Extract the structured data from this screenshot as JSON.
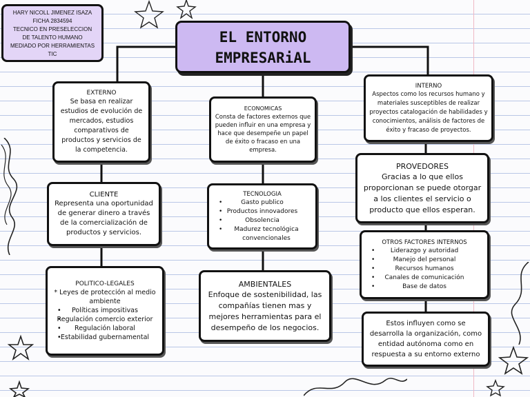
{
  "author": {
    "lines": [
      "HARY NICOLL JIMENEZ ISAZA",
      "FICHA 2834594",
      "TECNICO EN PRESELECCION",
      "DE TALENTO HUMANO",
      "MEDIADO POR HERRAMIENTAS",
      "TIC"
    ]
  },
  "title": {
    "line1": "EL ENTORNO",
    "line2": "EMPRESARiAL"
  },
  "left": {
    "externo": {
      "heading": "EXTERNO",
      "body": "Se basa en realizar estudios de evolución de mercados, estudios comparativos de productos y servicios de la competencia."
    },
    "cliente": {
      "heading": "CLIENTE",
      "body": "Representa una oportunidad de generar dinero a través de la comercialización de productos y servicios."
    },
    "politico": {
      "heading": "POLITICO-LEGALES",
      "intro": "* Leyes de protección al medio ambiente",
      "items": [
        "Políticas impositivas",
        "Regulación comercio exterior",
        "Regulación laboral",
        "Estabilidad gubernamental"
      ]
    }
  },
  "center": {
    "economicas": {
      "heading": "ECONOMICAS",
      "body": "Consta de factores externos que pueden influir en una empresa y hace que desempeñe un papel de éxito o fracaso en una empresa."
    },
    "tecnologia": {
      "heading": "TECNOLOGIA",
      "items": [
        "Gasto publico",
        "Productos innovadores",
        "Obsolencia",
        "Madurez tecnológica convencionales"
      ]
    },
    "ambientales": {
      "heading": "AMBIENTALES",
      "body": "Enfoque de sostenibilidad, las compañías tienen mas y mejores herramientas para el desempeño de los negocios."
    }
  },
  "right": {
    "interno": {
      "heading": "INTERNO",
      "body": "Aspectos como los recursos humano y materiales susceptibles de realizar proyectos catalogación de habilidades y conocimientos, análisis de factores de éxito y fracaso de proyectos."
    },
    "proveedores": {
      "heading": "PROVEDORES",
      "body": "Gracias a lo que ellos proporcionan se puede otorgar a los clientes el servicio o producto que ellos esperan."
    },
    "otros": {
      "heading": "OTROS FACTORES INTERNOS",
      "items": [
        "Liderazgo y autoridad",
        "Manejo del personal",
        "Recursos humanos",
        "Canales de comunicación",
        "Base de datos"
      ]
    },
    "conclusion": {
      "body": "Estos influyen como se desarrolla la organización, como entidad autónoma como en respuesta a su entorno externo"
    }
  },
  "colors": {
    "title_bg": "#cdb9f2",
    "author_bg": "#e3d5f7",
    "line": "#111111",
    "paper_rule": "#b9c6e6"
  }
}
